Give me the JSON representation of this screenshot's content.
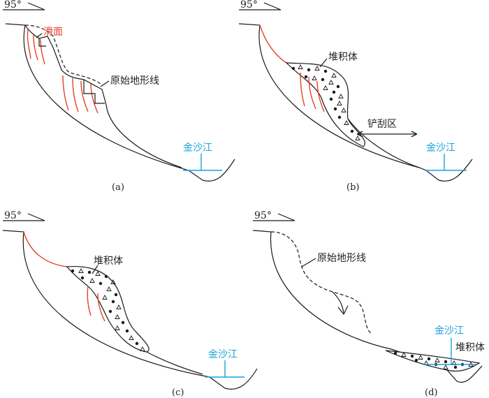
{
  "panels": [
    {
      "id": "a",
      "angle": "95°",
      "caption": "(a)",
      "labels": {
        "slip_surface": "滑面",
        "original_terrain": "原始地形线",
        "river": "金沙江"
      }
    },
    {
      "id": "b",
      "angle": "95°",
      "caption": "(b)",
      "labels": {
        "deposit": "堆积体",
        "erosion_zone": "铲刮区",
        "river": "金沙江"
      }
    },
    {
      "id": "c",
      "angle": "95°",
      "caption": "(c)",
      "labels": {
        "deposit": "堆积体",
        "river": "金沙江"
      }
    },
    {
      "id": "d",
      "angle": "95°",
      "caption": "(d)",
      "labels": {
        "original_terrain": "原始地形线",
        "river": "金沙江",
        "deposit": "堆积体"
      }
    }
  ],
  "colors": {
    "slip_surface": "#e8412a",
    "river": "#1aa1dd",
    "ink": "#1a1a1a"
  }
}
